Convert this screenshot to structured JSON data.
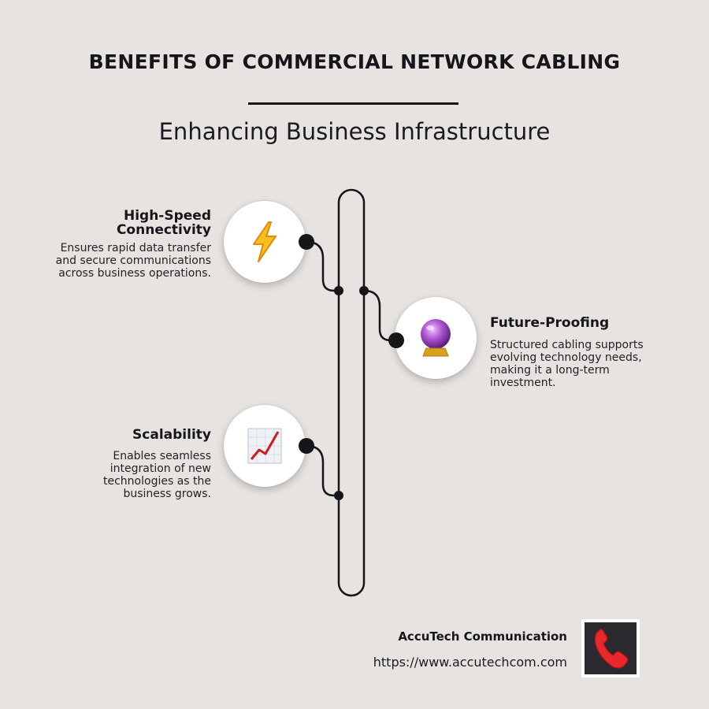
{
  "title": "BENEFITS OF COMMERCIAL NETWORK CABLING",
  "subtitle": "Enhancing Business Infrastructure",
  "nodes": [
    {
      "title": "High-Speed Connectivity",
      "description": "Ensures rapid data transfer and secure communications across business operations.",
      "icon": "lightning-icon"
    },
    {
      "title": "Future-Proofing",
      "description": "Structured cabling supports evolving technology needs, making it a long-term investment.",
      "icon": "crystal-ball-icon"
    },
    {
      "title": "Scalability",
      "description": "Enables seamless integration of new technologies as the business grows.",
      "icon": "chart-increasing-icon"
    }
  ],
  "footer": {
    "company": "AccuTech Communication",
    "url": "https://www.accutechcom.com",
    "icon": "phone-icon"
  },
  "colors": {
    "background": "#e7e3e1",
    "line": "#16161a",
    "lightning": "#f6c11e",
    "crystal": "#a04ac8",
    "chart": "#d21a1a",
    "phone": "#e8282b"
  }
}
